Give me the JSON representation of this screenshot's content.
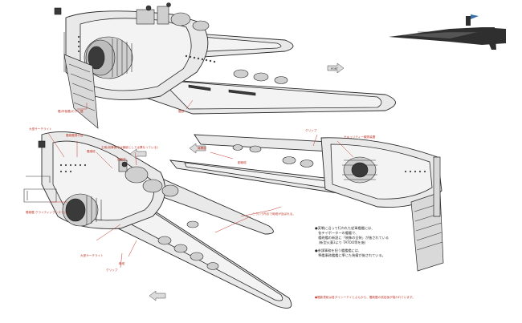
{
  "callouts": {
    "top_bottom": "艦(甲板艦)の下に艦",
    "top_keel": "艦首",
    "top_arrow": "PORT",
    "left_lights": "大型サーチライト",
    "left_crew": "艦砲艦員の居",
    "left_gun_desc": "主砲(射撃機では機能としては異なっている)",
    "left_turret": "副砲塔",
    "left_tower": "艦橋塔",
    "left_sub": "艦砲艦\nクライティングシステム",
    "left_front": "大型サーチライト",
    "left_front2": "砲塔",
    "left_grip": "グリップ",
    "right_grip": "グリップ",
    "right_sec": "セキュリティー観測装置",
    "right_tower": "副砲塔",
    "right_bridge": "機関部",
    "right_mid": "こういう所まで砲塔が及ばれる。"
  },
  "notes": {
    "n1": "●実戦に沿って行われた従軍艦艦には、",
    "n2": "　各テイポーターの艦艦で、",
    "n3": "　艦砲艦の新設に「装飾の全装」が施されている",
    "n4": "　（新型火薬3より TATOO等を施）",
    "n5": "●参謀事務を担う艦艦艦には、",
    "n6": "　準艦事務艦艦に準じた装備が施されている。",
    "footer": "●艦影表紙は各ダイシーテイとぶんから、艦砲艦の設定画が描かれています。"
  },
  "arrows": {
    "a1": "PORT",
    "a2": "",
    "a3": ""
  },
  "colors": {
    "callout": "#c0392b",
    "line": "#2a2a2a",
    "hull": "#e9e9e9"
  }
}
